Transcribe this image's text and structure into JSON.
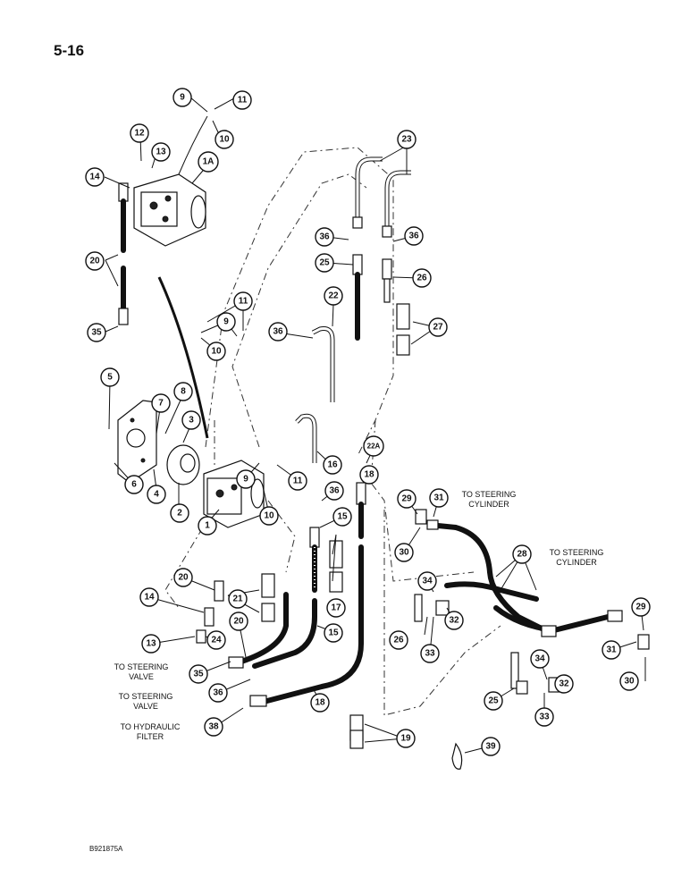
{
  "page_number": "5-16",
  "figure_code": "B921875A",
  "notes": {
    "steering_cylinder_1": "TO STEERING CYLINDER",
    "steering_cylinder_2": "TO STEERING CYLINDER",
    "steering_valve_1": "TO STEERING VALVE",
    "steering_valve_2": "TO STEERING VALVE",
    "hydraulic_filter": "TO HYDRAULIC FILTER"
  },
  "callouts": [
    "9",
    "11",
    "10",
    "12",
    "13",
    "1A",
    "14",
    "20",
    "35",
    "11",
    "9",
    "10",
    "5",
    "7",
    "8",
    "3",
    "6",
    "4",
    "2",
    "1",
    "9",
    "10",
    "11",
    "16",
    "22A",
    "18",
    "36",
    "15",
    "23",
    "36",
    "25",
    "36",
    "26",
    "27",
    "22",
    "36",
    "29",
    "31",
    "30",
    "28",
    "34",
    "32",
    "26",
    "33",
    "29",
    "31",
    "30",
    "34",
    "32",
    "25",
    "33",
    "20",
    "14",
    "21",
    "13",
    "24",
    "20",
    "35",
    "36",
    "15",
    "17",
    "18",
    "38",
    "19",
    "39"
  ]
}
